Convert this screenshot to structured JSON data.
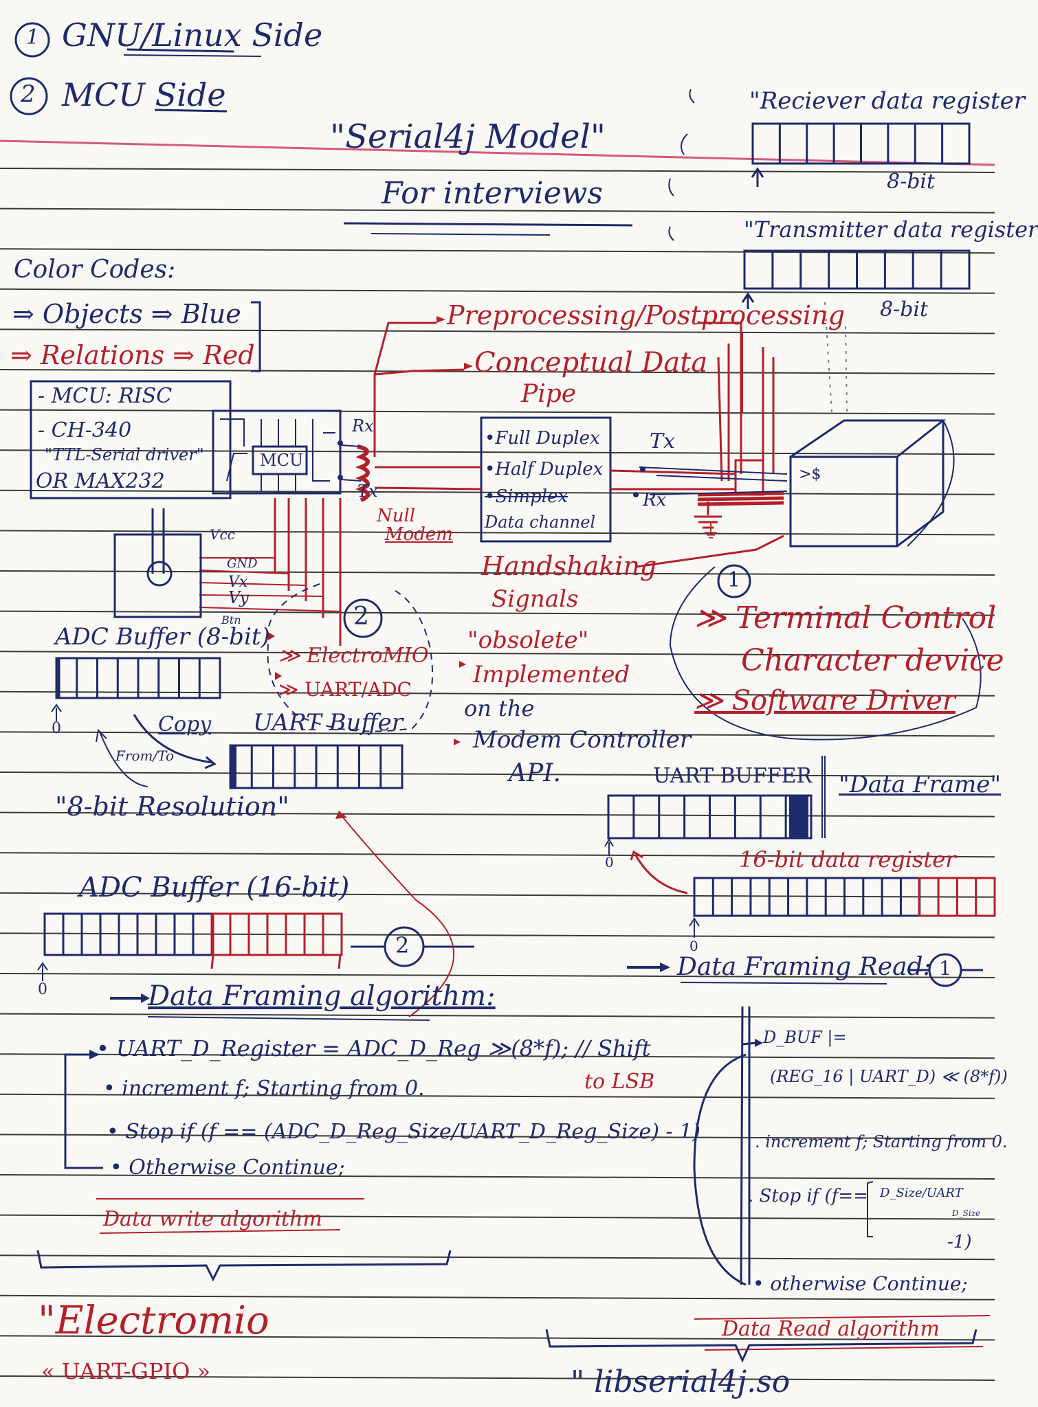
{
  "colors": {
    "blue_ink": "#1d2a6b",
    "red_ink": "#b3202a",
    "paper": "#faf8f4",
    "rule_line": "#3a3a3a",
    "margin_line": "#d45a7a"
  },
  "legend_sides": {
    "side1": {
      "num": "1",
      "label": "GNU/Linux Side"
    },
    "side2": {
      "num": "2",
      "label": "MCU Side"
    }
  },
  "title": {
    "line1": "\"Serial4j Model\"",
    "line2": "For interviews"
  },
  "color_codes": {
    "heading": "Color Codes:",
    "objects": "⇒ Objects ⇒ Blue",
    "relations": "⇒ Relations ⇒ Red"
  },
  "mcu_box": {
    "line1": "- MCU: RISC",
    "line2": "- CH-340",
    "line3": "\"TTL-Serial driver\"",
    "line4": "OR MAX232"
  },
  "mcu_chip": {
    "label": "MCU",
    "rx": "Rx",
    "tx": "Tx"
  },
  "joystick": {
    "vcc": "Vcc",
    "gnd": "GND",
    "vx": "Vx",
    "vy": "Vy",
    "btn": "Btn"
  },
  "null_modem": {
    "line1": "Null",
    "line2": "Modem"
  },
  "pipe": {
    "pre_post": "Preprocessing/Postprocessing",
    "conceptual": "Conceptual Data",
    "pipe_word": "Pipe",
    "items": [
      "•Full Duplex",
      "•Half Duplex",
      "•Simplex",
      "Data channel"
    ]
  },
  "terminal": {
    "tx": "Tx",
    "rx": "Rx",
    "prompt": ">$",
    "ground": "⏚"
  },
  "handshaking": {
    "line1": "Handshaking",
    "line2": "Signals",
    "line3": "\"obsolete\"",
    "line4": "Implemented",
    "line5": "on the",
    "line6": "Modem Controller",
    "line7": "API."
  },
  "side1_desc": {
    "num": "1",
    "l1": "≫ Terminal Control",
    "l2": "Character device",
    "l3": "≫ Software Driver"
  },
  "side2_desc": {
    "num": "2",
    "l1": "≫ ElectroMIO",
    "l2": "≫ UART/ADC"
  },
  "registers": {
    "receiver": "\"Reciever data register",
    "receiver_bits": "8-bit",
    "transmitter": "\"Transmitter data register",
    "transmitter_bits": "8-bit"
  },
  "adc8": {
    "label": "ADC Buffer (8-bit)",
    "zero": "0"
  },
  "copy": {
    "label": "Copy",
    "from_to": "From/To"
  },
  "uart_buf_left": {
    "label": "UART Buffer"
  },
  "resolution": "\"8-bit Resolution\"",
  "uart_buf_right": {
    "label": "UART BUFFER",
    "zero": "0"
  },
  "data_frame": "\"Data Frame\"",
  "reg16": {
    "label": "16-bit data register",
    "zero": "0"
  },
  "adc16": {
    "label": "ADC Buffer (16-bit)",
    "zero": "0",
    "num": "2"
  },
  "write_algo": {
    "heading": "Data Framing algorithm:",
    "l1": "• UART_D_Register = ADC_D_Reg ≫(8*f); // Shift",
    "l1b": "to LSB",
    "l2": "• increment f; Starting from 0.",
    "l3": "• Stop if (f == (ADC_D_Reg_Size/UART_D_Reg_Size) - 1)",
    "l4": "• Otherwise Continue;",
    "caption": "Data write algorithm"
  },
  "read_algo": {
    "heading": "Data Framing Read:",
    "num": "1",
    "l1": "D_BUF |=",
    "l2": "(REG_16 | UART_D) ≪ (8*f))",
    "l3": ". increment f; Starting from 0.",
    "l4": ". Stop if (f==",
    "l4b": "D_Size/UART",
    "l4c": "D_Size",
    "l4d": "-1)",
    "l5": "• otherwise Continue;",
    "caption": "Data Read algorithm"
  },
  "bottom_left": {
    "name": "\"Electromio",
    "sub": "« UART-GPIO »"
  },
  "bottom_right": {
    "name": "\" libserial4j.so"
  }
}
